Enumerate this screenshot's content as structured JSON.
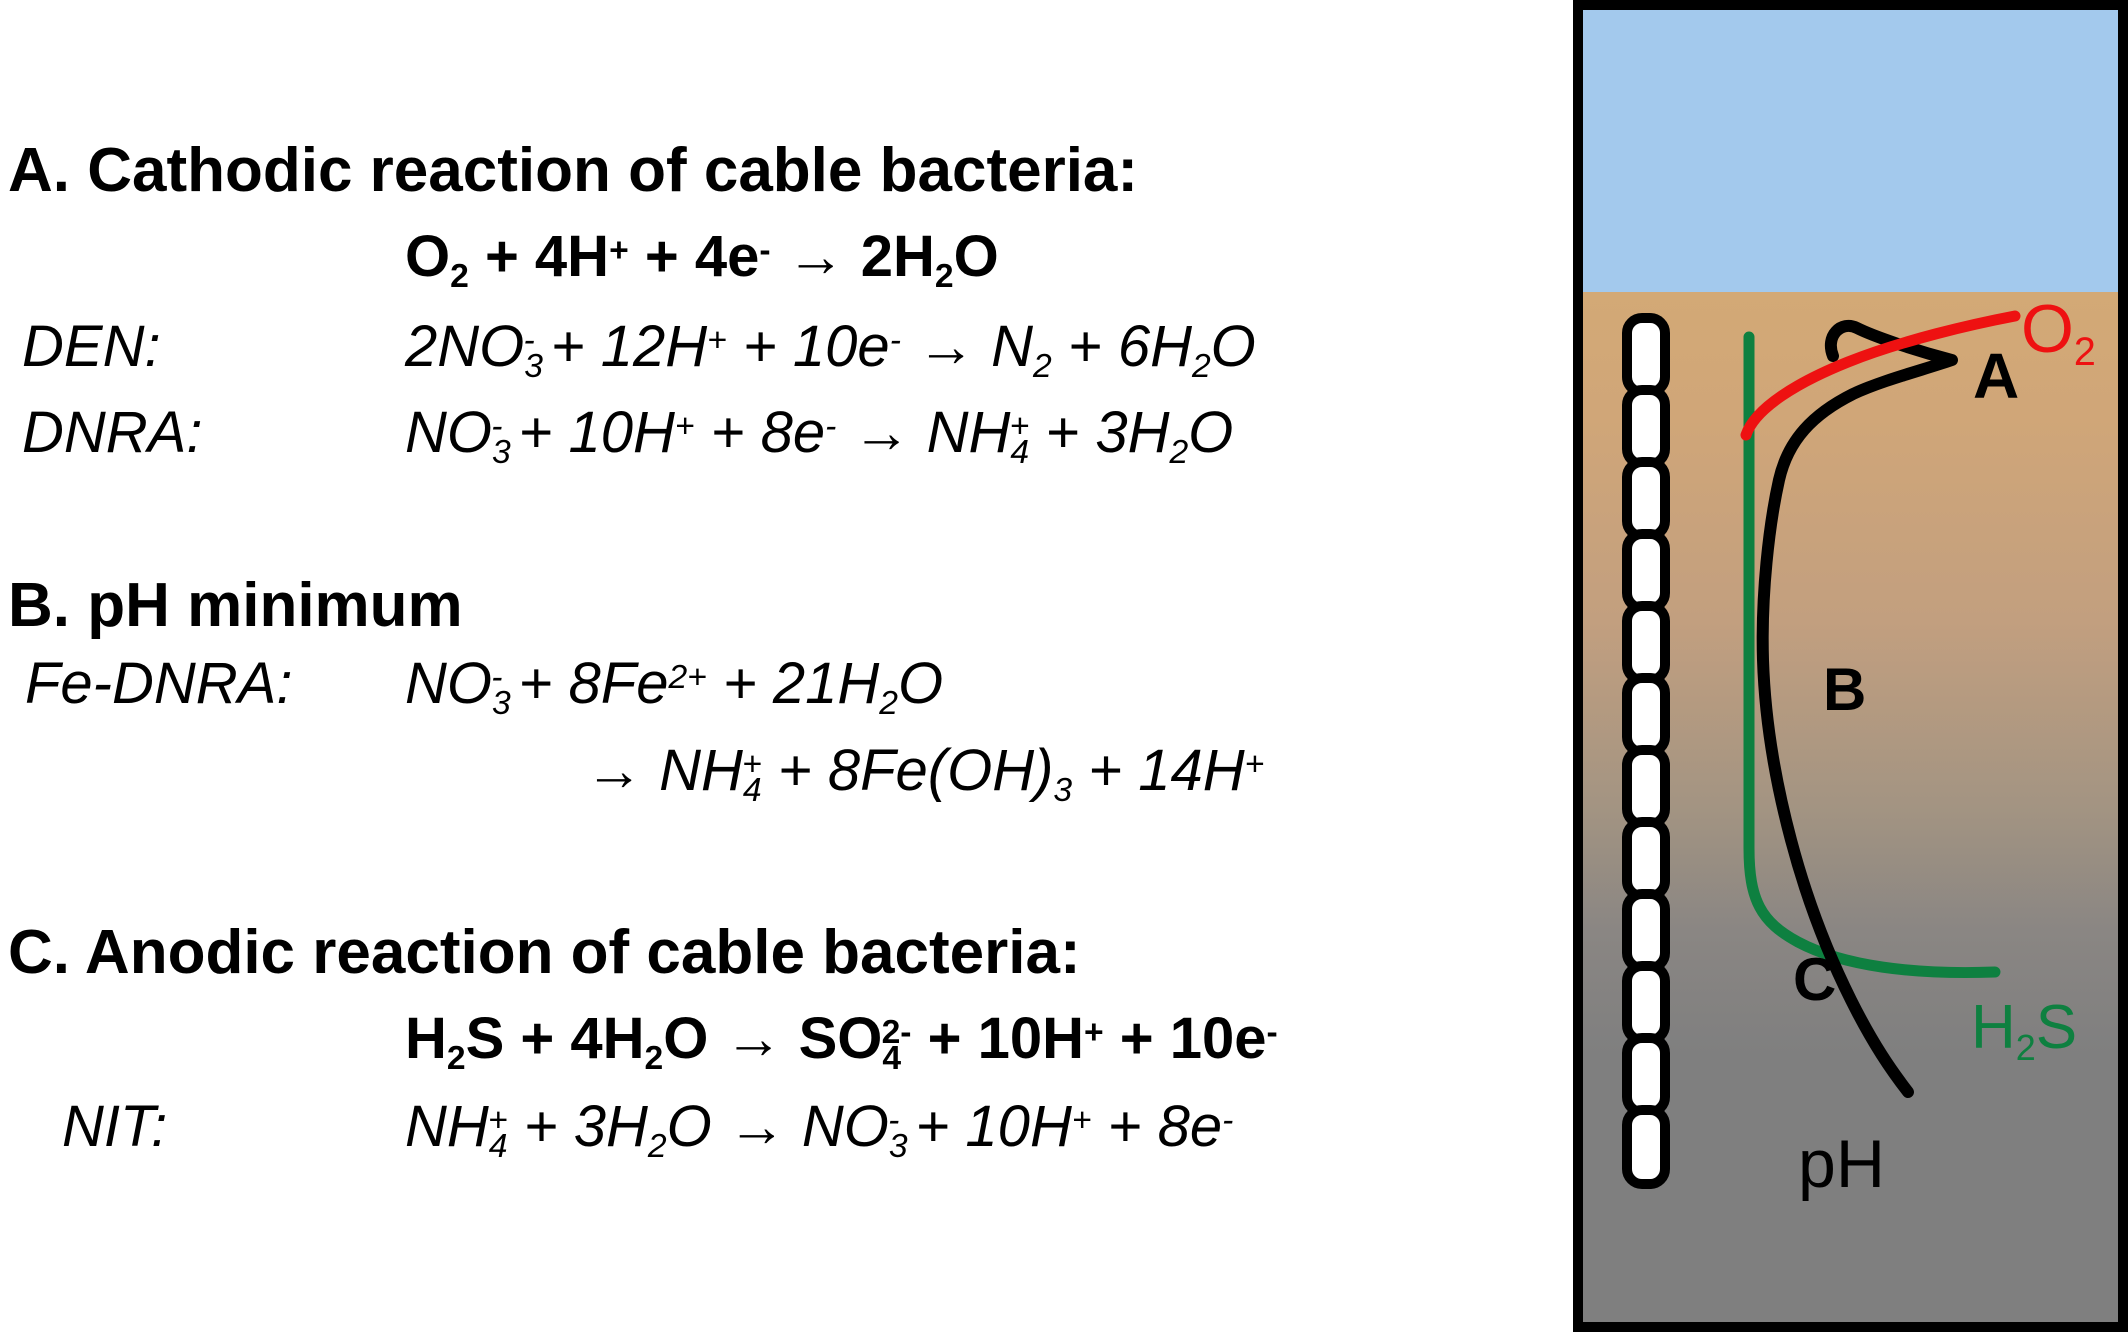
{
  "left_column": {
    "section_a": {
      "heading": "A. Cathodic reaction of cable bacteria:",
      "cathodic_equation": "O_2_ + 4H^+^ + 4e^-^ → 2H_2_O",
      "rows": [
        {
          "label": "DEN:",
          "formula": "2NO_3_^-^ + 12H^+^ + 10e^-^ → N_2_ + 6H_2_O"
        },
        {
          "label": "DNRA:",
          "formula": "NO_3_^-^ + 10H^+^ + 8e^-^ → NH_4_^+^ + 3H_2_O"
        }
      ]
    },
    "section_b": {
      "heading": "B. pH minimum",
      "rows": [
        {
          "label": "Fe-DNRA:",
          "formula": "NO_3_^-^ + 8Fe^2+^ + 21H_2_O"
        },
        {
          "label": "",
          "formula": "→ NH_4_^+^ + 8Fe(OH)_3_ + 14H^+^"
        }
      ]
    },
    "section_c": {
      "heading": "C. Anodic reaction of cable bacteria:",
      "anodic_equation": "H_2_S + 4H_2_O → SO_4_^2-^ + 10H^+^ + 10e^-^",
      "rows": [
        {
          "label": "NIT:",
          "formula": "NH_4_^+^ + 3H_2_O → NO_3_^-^ + 10H^+^ + 8e^-^"
        }
      ]
    }
  },
  "diagram": {
    "labels": {
      "zone_a": "A",
      "zone_b": "B",
      "zone_c": "C",
      "o2": "O_2_",
      "h2s": "H_2_S",
      "ph": "pH"
    },
    "colors": {
      "water": "#a3c9ed",
      "sediment_top": "#d2a877",
      "sediment_bottom": "#7f7f7f",
      "o2_curve": "#ee1111",
      "h2s_curve": "#0e8040",
      "ph_curve": "#000000",
      "filament_fill": "#ffffff",
      "filament_stroke": "#000000"
    },
    "filament_cells": 12
  }
}
